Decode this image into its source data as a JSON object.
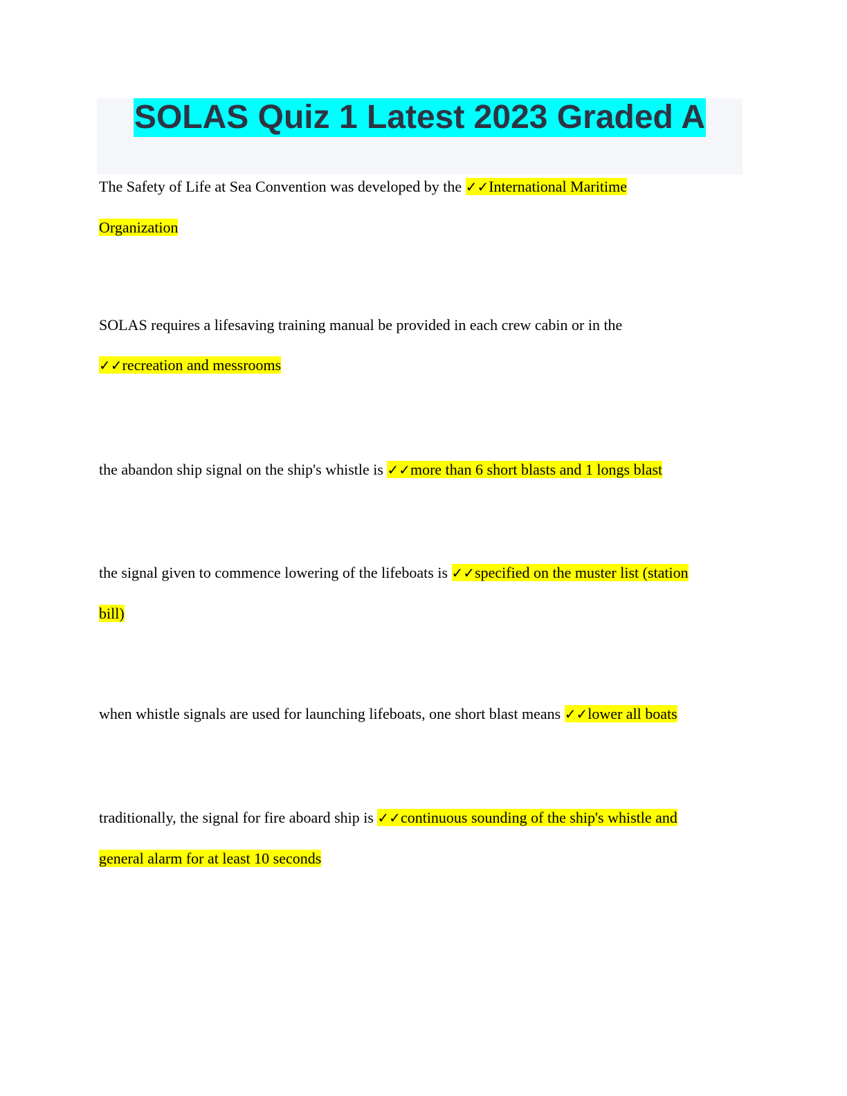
{
  "title": "SOLAS Quiz 1 Latest 2023 Graded A",
  "check_mark": "✓✓",
  "questions": [
    {
      "question": "The Safety of Life at Sea Convention was developed by the ",
      "answer_line1": "International Maritime",
      "answer_line2": "Organization"
    },
    {
      "question": "SOLAS requires a lifesaving training manual be provided in each crew cabin or in the",
      "answer_line1": "",
      "answer_line2": "recreation and messrooms"
    },
    {
      "question": "the abandon ship signal on the ship's whistle is ",
      "answer_line1": "more than 6 short blasts and 1 longs blast",
      "answer_line2": ""
    },
    {
      "question": "the signal given to commence lowering of the lifeboats is ",
      "answer_line1": "specified on the muster list (station",
      "answer_line2": "bill)"
    },
    {
      "question": "when whistle signals are used for launching lifeboats, one short blast means ",
      "answer_line1": "lower all boats",
      "answer_line2": ""
    },
    {
      "question": "traditionally, the signal for fire aboard ship is ",
      "answer_line1": "continuous sounding of the ship's whistle and",
      "answer_line2": "general alarm for at least 10 seconds"
    }
  ]
}
